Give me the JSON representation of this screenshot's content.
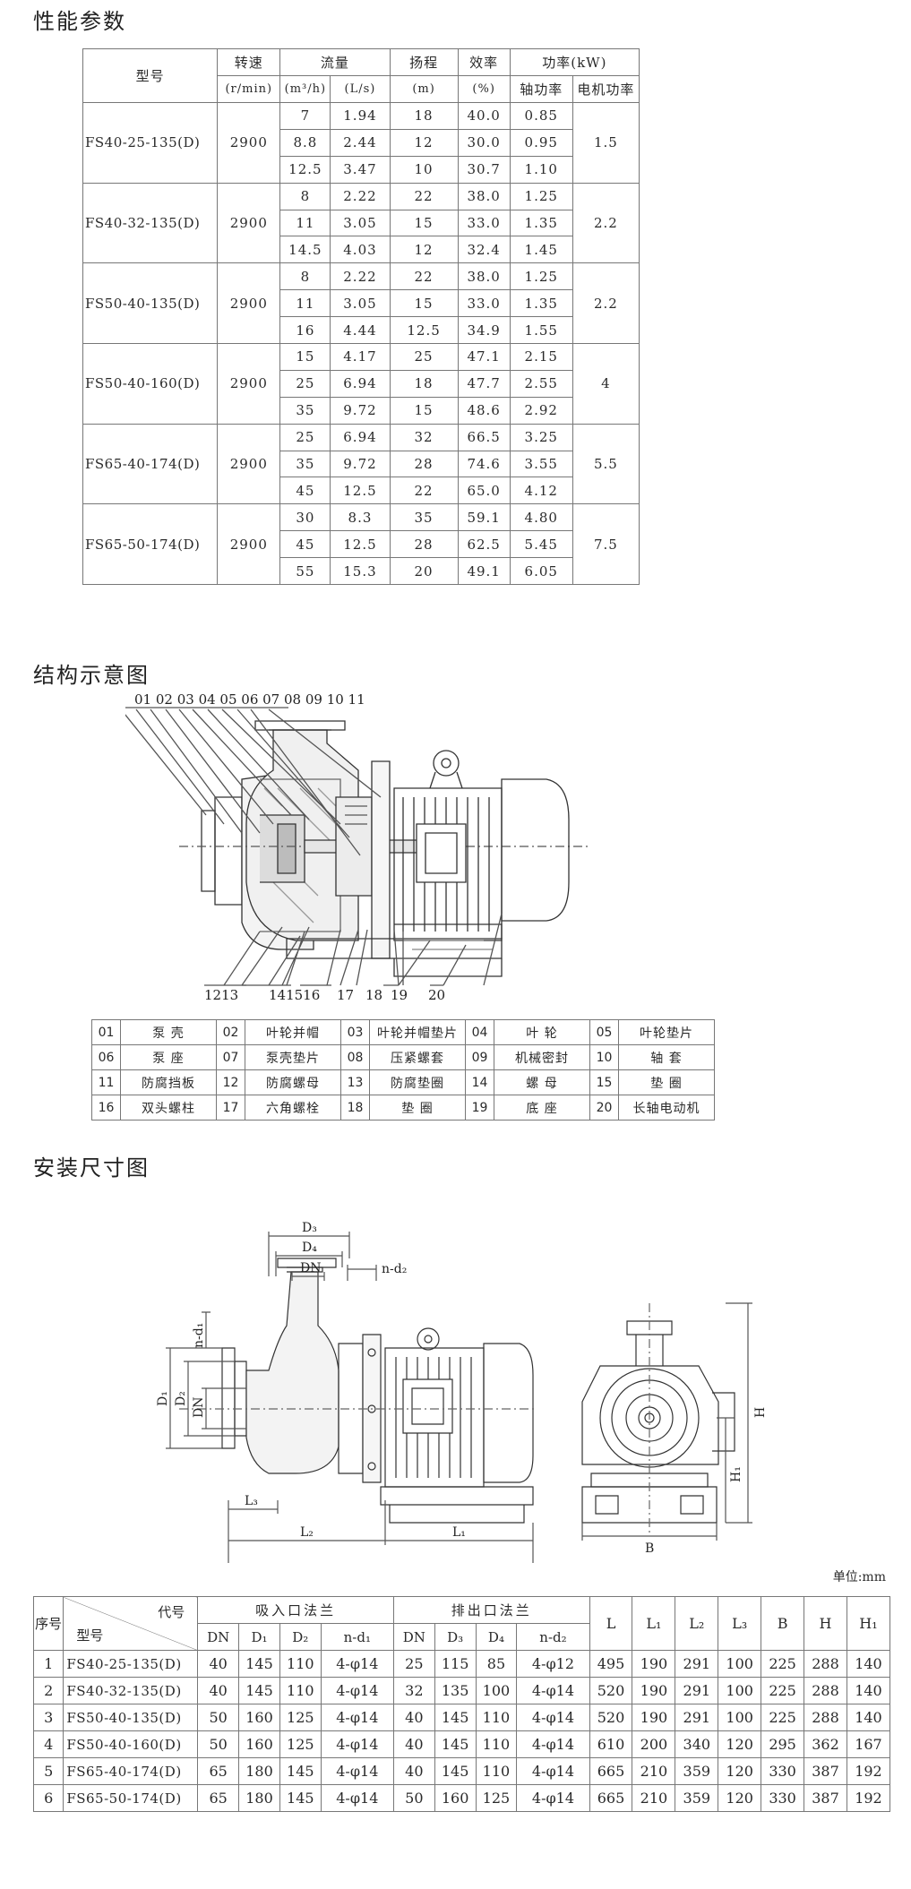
{
  "sections": {
    "performance": "性能参数",
    "structure": "结构示意图",
    "install": "安装尺寸图"
  },
  "perf": {
    "h_model": "型号",
    "h_speed": "转速",
    "h_speed_unit": "(r/min)",
    "h_flow": "流量",
    "h_flow_m3": "(m³/h)",
    "h_flow_ls": "(L/s)",
    "h_head": "扬程",
    "h_head_unit": "(m)",
    "h_eff": "效率",
    "h_eff_unit": "(%)",
    "h_power": "功率(kW)",
    "h_shaft": "轴功率",
    "h_motor": "电机功率",
    "groups": [
      {
        "model": "FS40-25-135(D)",
        "speed": "2900",
        "motor": "1.5",
        "rows": [
          [
            "7",
            "1.94",
            "18",
            "40.0",
            "0.85"
          ],
          [
            "8.8",
            "2.44",
            "12",
            "30.0",
            "0.95"
          ],
          [
            "12.5",
            "3.47",
            "10",
            "30.7",
            "1.10"
          ]
        ]
      },
      {
        "model": "FS40-32-135(D)",
        "speed": "2900",
        "motor": "2.2",
        "rows": [
          [
            "8",
            "2.22",
            "22",
            "38.0",
            "1.25"
          ],
          [
            "11",
            "3.05",
            "15",
            "33.0",
            "1.35"
          ],
          [
            "14.5",
            "4.03",
            "12",
            "32.4",
            "1.45"
          ]
        ]
      },
      {
        "model": "FS50-40-135(D)",
        "speed": "2900",
        "motor": "2.2",
        "rows": [
          [
            "8",
            "2.22",
            "22",
            "38.0",
            "1.25"
          ],
          [
            "11",
            "3.05",
            "15",
            "33.0",
            "1.35"
          ],
          [
            "16",
            "4.44",
            "12.5",
            "34.9",
            "1.55"
          ]
        ]
      },
      {
        "model": "FS50-40-160(D)",
        "speed": "2900",
        "motor": "4",
        "rows": [
          [
            "15",
            "4.17",
            "25",
            "47.1",
            "2.15"
          ],
          [
            "25",
            "6.94",
            "18",
            "47.7",
            "2.55"
          ],
          [
            "35",
            "9.72",
            "15",
            "48.6",
            "2.92"
          ]
        ]
      },
      {
        "model": "FS65-40-174(D)",
        "speed": "2900",
        "motor": "5.5",
        "rows": [
          [
            "25",
            "6.94",
            "32",
            "66.5",
            "3.25"
          ],
          [
            "35",
            "9.72",
            "28",
            "74.6",
            "3.55"
          ],
          [
            "45",
            "12.5",
            "22",
            "65.0",
            "4.12"
          ]
        ]
      },
      {
        "model": "FS65-50-174(D)",
        "speed": "2900",
        "motor": "7.5",
        "rows": [
          [
            "30",
            "8.3",
            "35",
            "59.1",
            "4.80"
          ],
          [
            "45",
            "12.5",
            "28",
            "62.5",
            "5.45"
          ],
          [
            "55",
            "15.3",
            "20",
            "49.1",
            "6.05"
          ]
        ]
      }
    ]
  },
  "structure_diagram": {
    "top_labels": [
      "01",
      "02",
      "03",
      "04",
      "05",
      "06",
      "07",
      "08",
      "09",
      "10",
      "11"
    ],
    "bottom_labels": [
      "12",
      "13",
      "14",
      "15",
      "16",
      "17",
      "18",
      "19",
      "20"
    ]
  },
  "parts": [
    [
      [
        "01",
        "泵 壳"
      ],
      [
        "02",
        "叶轮并帽"
      ],
      [
        "03",
        "叶轮并帽垫片"
      ],
      [
        "04",
        "叶 轮"
      ],
      [
        "05",
        "叶轮垫片"
      ]
    ],
    [
      [
        "06",
        "泵 座"
      ],
      [
        "07",
        "泵壳垫片"
      ],
      [
        "08",
        "压紧螺套"
      ],
      [
        "09",
        "机械密封"
      ],
      [
        "10",
        "轴 套"
      ]
    ],
    [
      [
        "11",
        "防腐挡板"
      ],
      [
        "12",
        "防腐螺母"
      ],
      [
        "13",
        "防腐垫圈"
      ],
      [
        "14",
        "螺 母"
      ],
      [
        "15",
        "垫 圈"
      ]
    ],
    [
      [
        "16",
        "双头螺柱"
      ],
      [
        "17",
        "六角螺栓"
      ],
      [
        "18",
        "垫 圈"
      ],
      [
        "19",
        "底 座"
      ],
      [
        "20",
        "长轴电动机"
      ]
    ]
  ],
  "install_diagram": {
    "labels": {
      "d3": "D₃",
      "d4": "D₄",
      "dn": "DN",
      "nd2": "n-d₂",
      "nd1": "n-d₁",
      "d1": "D₁",
      "d2": "D₂",
      "L3": "L₃",
      "L2": "L₂",
      "L1": "L₁",
      "L": "L",
      "B": "B",
      "H": "H",
      "H1": "H₁"
    }
  },
  "unit": "单位:mm",
  "dims": {
    "h_seq": "序号",
    "h_code": "代号",
    "h_model": "型号",
    "h_suction": "吸入口法兰",
    "h_discharge": "排出口法兰",
    "sub_suction": [
      "DN",
      "D₁",
      "D₂",
      "n-d₁"
    ],
    "sub_discharge": [
      "DN",
      "D₃",
      "D₄",
      "n-d₂"
    ],
    "h_tail": [
      "L",
      "L₁",
      "L₂",
      "L₃",
      "B",
      "H",
      "H₁"
    ],
    "rows": [
      [
        "1",
        "FS40-25-135(D)",
        "40",
        "145",
        "110",
        "4-φ14",
        "25",
        "115",
        "85",
        "4-φ12",
        "495",
        "190",
        "291",
        "100",
        "225",
        "288",
        "140"
      ],
      [
        "2",
        "FS40-32-135(D)",
        "40",
        "145",
        "110",
        "4-φ14",
        "32",
        "135",
        "100",
        "4-φ14",
        "520",
        "190",
        "291",
        "100",
        "225",
        "288",
        "140"
      ],
      [
        "3",
        "FS50-40-135(D)",
        "50",
        "160",
        "125",
        "4-φ14",
        "40",
        "145",
        "110",
        "4-φ14",
        "520",
        "190",
        "291",
        "100",
        "225",
        "288",
        "140"
      ],
      [
        "4",
        "FS50-40-160(D)",
        "50",
        "160",
        "125",
        "4-φ14",
        "40",
        "145",
        "110",
        "4-φ14",
        "610",
        "200",
        "340",
        "120",
        "295",
        "362",
        "167"
      ],
      [
        "5",
        "FS65-40-174(D)",
        "65",
        "180",
        "145",
        "4-φ14",
        "40",
        "145",
        "110",
        "4-φ14",
        "665",
        "210",
        "359",
        "120",
        "330",
        "387",
        "192"
      ],
      [
        "6",
        "FS65-50-174(D)",
        "65",
        "180",
        "145",
        "4-φ14",
        "50",
        "160",
        "125",
        "4-φ14",
        "665",
        "210",
        "359",
        "120",
        "330",
        "387",
        "192"
      ]
    ]
  }
}
